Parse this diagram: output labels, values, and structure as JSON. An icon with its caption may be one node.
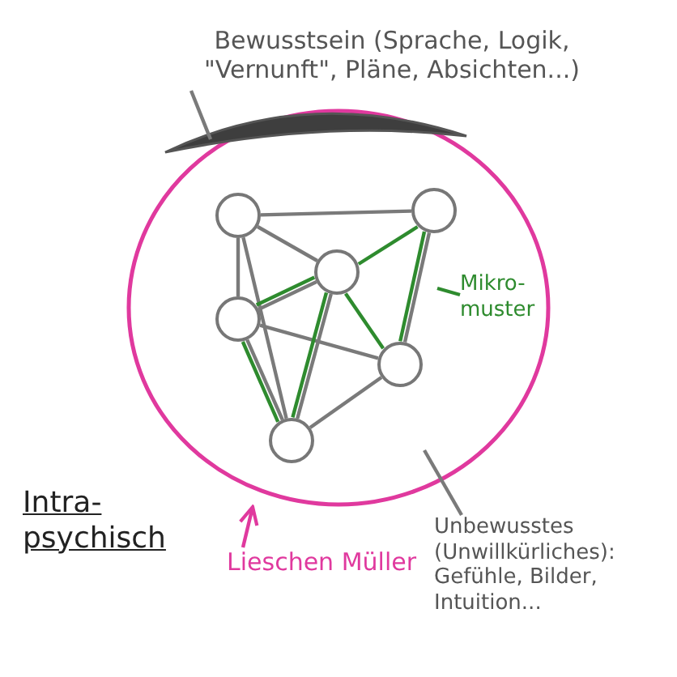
{
  "diagram": {
    "nodes": [
      {
        "text": [],
        "shape": "circle"
      },
      {
        "text": [],
        "shape": "bar",
        "in": 0
      },
      {
        "text": [
          "Bewusstsein (Sprache, Logik, \"Vernunft\", Pläne, Absichten...)"
        ]
      },
      {
        "text": [
          "Lieschen Müller"
        ]
      },
      {
        "text": [
          "Unbewusstes (Unwillkürliches): Gefühle, Bilder, Intuition..."
        ]
      },
      {
        "text": [
          "Mikro-muster"
        ],
        "in": 0
      },
      {
        "text": [],
        "shape": "circle",
        "in": 0
      },
      {
        "text": [],
        "shape": "circle",
        "in": 0
      },
      {
        "text": [],
        "shape": "circle",
        "in": 0
      },
      {
        "text": [],
        "shape": "circle",
        "in": 0
      },
      {
        "text": [],
        "shape": "circle",
        "in": 0
      },
      {
        "text": [],
        "shape": "circle",
        "in": 0
      }
    ],
    "edges": [
      {
        "from": 2,
        "to": 1,
        "arrow": "none"
      },
      {
        "from": 3,
        "to": 0,
        "arrow": "to",
        "color": "#e0399e"
      },
      {
        "from": 4,
        "to": 0,
        "arrow": "none"
      },
      {
        "from": 5,
        "to": null,
        "arrow": "none",
        "color": "#2e8b2e"
      },
      {
        "from": 6,
        "to": 7,
        "arrow": "none"
      },
      {
        "from": 6,
        "to": 8,
        "arrow": "none"
      },
      {
        "from": 6,
        "to": 9,
        "arrow": "none"
      },
      {
        "from": 6,
        "to": 11,
        "arrow": "none"
      },
      {
        "from": 8,
        "to": 9,
        "arrow": "none"
      },
      {
        "from": 8,
        "to": 11,
        "arrow": "none"
      },
      {
        "from": 9,
        "to": 11,
        "arrow": "none"
      },
      {
        "from": 9,
        "to": 10,
        "arrow": "none"
      },
      {
        "from": 10,
        "to": 11,
        "arrow": "none"
      },
      {
        "from": 7,
        "to": 10,
        "arrow": "none"
      },
      {
        "from": 8,
        "to": 9,
        "arrow": "none",
        "color": "#2e8b2e"
      },
      {
        "from": 8,
        "to": 11,
        "arrow": "none",
        "color": "#2e8b2e"
      },
      {
        "from": 9,
        "to": 11,
        "arrow": "none",
        "color": "#2e8b2e"
      },
      {
        "from": 8,
        "to": 7,
        "arrow": "none",
        "color": "#2e8b2e"
      },
      {
        "from": 8,
        "to": 10,
        "arrow": "none",
        "color": "#2e8b2e"
      },
      {
        "from": 7,
        "to": 10,
        "arrow": "none",
        "color": "#2e8b2e"
      }
    ],
    "labels": [
      "Intra-psychisch"
    ]
  }
}
